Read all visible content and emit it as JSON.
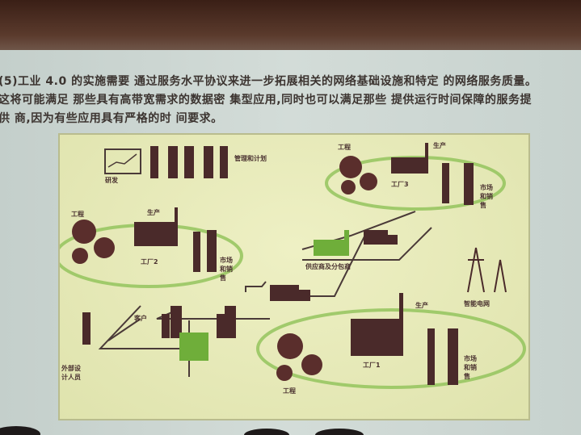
{
  "slide": {
    "paragraph": [
      "(5)工业 4.0 的实施需要 通过服务水平协议来进一步拓展相关的网络基础设施和特定 的网络服务质量。",
      "这将可能满足 那些具有高带宽需求的数据密 集型应用,同时也可以满足那些 提供运行时间保障的服务提",
      "供 商,因为有些应用具有严格的时 间要求。"
    ]
  },
  "diagram": {
    "labels": {
      "rnd": "研发",
      "management": "管理和计划",
      "eng2": "工程",
      "prod2": "生产",
      "factory2": "工厂2",
      "sales2": "市场和销售",
      "eng3": "工程",
      "prod3": "生产",
      "factory3": "工厂3",
      "sales3": "市场和销售",
      "supplier": "供应商及分包商",
      "smart_grid": "智能电网",
      "customer": "客户",
      "designer": "外部设计人员",
      "prod1": "生产",
      "factory1": "工厂1",
      "eng1": "工程",
      "sales1": "市场和销售"
    },
    "colors": {
      "dark": "#4a2a2a",
      "green": "#6fae3a",
      "panel": "#e4e8b6"
    }
  }
}
